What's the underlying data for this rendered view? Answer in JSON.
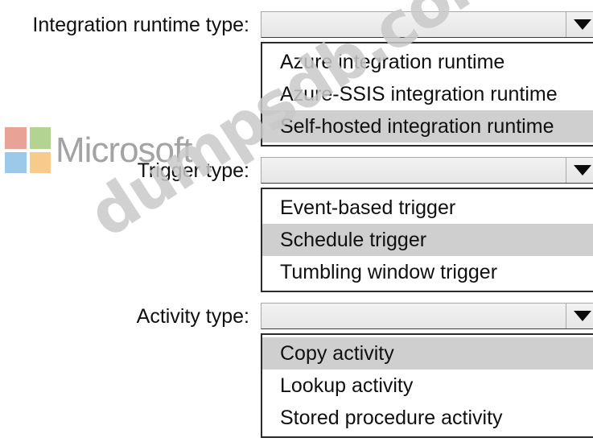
{
  "branding": {
    "logo_text": "Microsoft",
    "logo_colors": {
      "top_left": "#e8a396",
      "top_right": "#b3d393",
      "bottom_left": "#9cc8ea",
      "bottom_right": "#f8cb8d"
    }
  },
  "watermark": {
    "text": "dumpsdb.com",
    "color": "#c9c9c9"
  },
  "fields": [
    {
      "label": "Integration runtime type:",
      "selected_value": "",
      "caret_icon": "chevron-down-icon",
      "options": [
        {
          "label": "Azure integration runtime",
          "highlighted": false
        },
        {
          "label": "Azure-SSIS integration runtime",
          "highlighted": false
        },
        {
          "label": "Self-hosted integration runtime",
          "highlighted": true
        }
      ]
    },
    {
      "label": "Trigger type:",
      "selected_value": "",
      "caret_icon": "chevron-down-icon",
      "options": [
        {
          "label": "Event-based trigger",
          "highlighted": false
        },
        {
          "label": "Schedule trigger",
          "highlighted": true
        },
        {
          "label": "Tumbling window trigger",
          "highlighted": false
        }
      ]
    },
    {
      "label": "Activity type:",
      "selected_value": "",
      "caret_icon": "chevron-down-icon",
      "options": [
        {
          "label": "Copy activity",
          "highlighted": true
        },
        {
          "label": "Lookup activity",
          "highlighted": false
        },
        {
          "label": "Stored procedure activity",
          "highlighted": false
        }
      ]
    }
  ]
}
